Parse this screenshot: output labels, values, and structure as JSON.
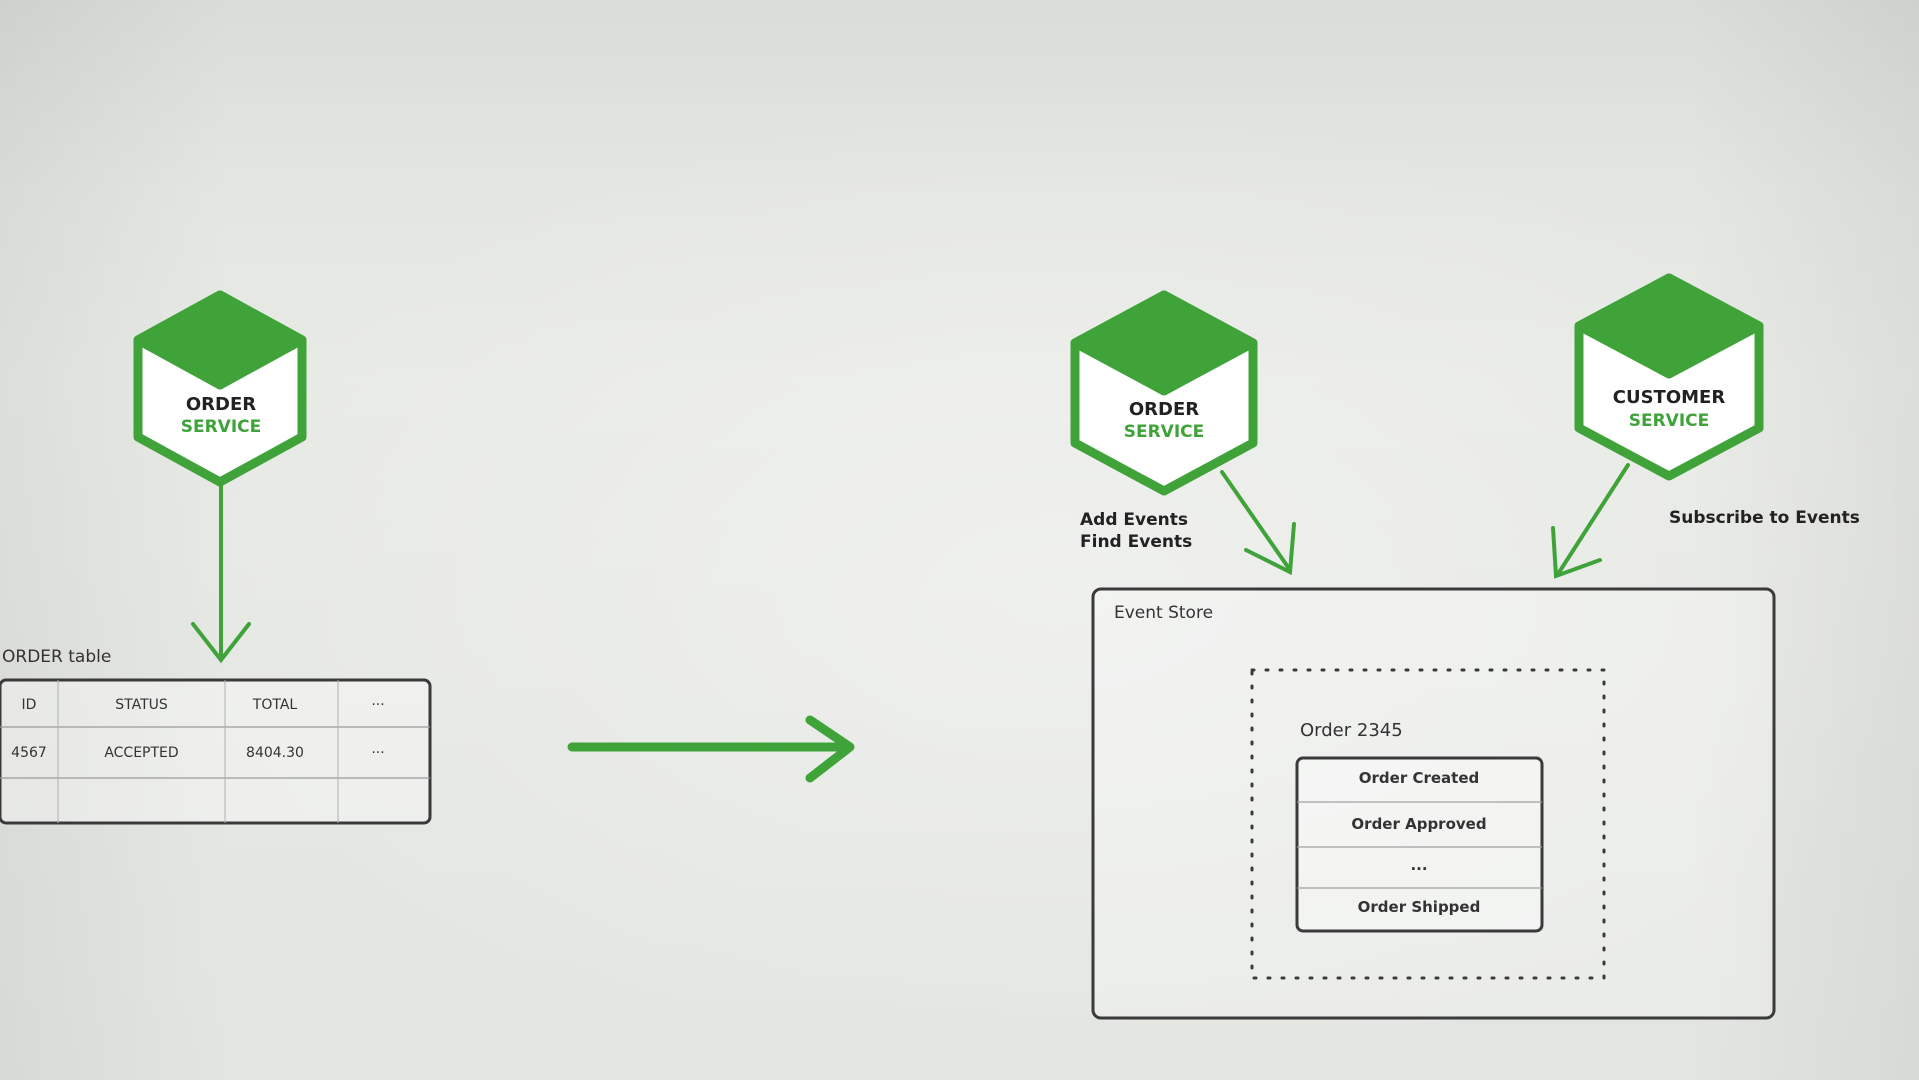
{
  "left_service": {
    "title": "ORDER",
    "subtitle": "SERVICE"
  },
  "order_table": {
    "caption": "ORDER table",
    "headers": [
      "ID",
      "STATUS",
      "TOTAL",
      "..."
    ],
    "rows": [
      [
        "4567",
        "ACCEPTED",
        "8404.30",
        "..."
      ]
    ]
  },
  "right_order_service": {
    "title": "ORDER",
    "subtitle": "SERVICE",
    "actions": [
      "Add Events",
      "Find Events"
    ]
  },
  "customer_service": {
    "title": "CUSTOMER",
    "subtitle": "SERVICE",
    "action": "Subscribe to Events"
  },
  "event_store": {
    "title": "Event Store",
    "aggregate": "Order 2345",
    "events": [
      "Order Created",
      "Order Approved",
      "...",
      "Order Shipped"
    ]
  },
  "colors": {
    "green": "#3fa33a",
    "dark_green": "#2f8f2b",
    "outline": "#3a3a3a"
  }
}
